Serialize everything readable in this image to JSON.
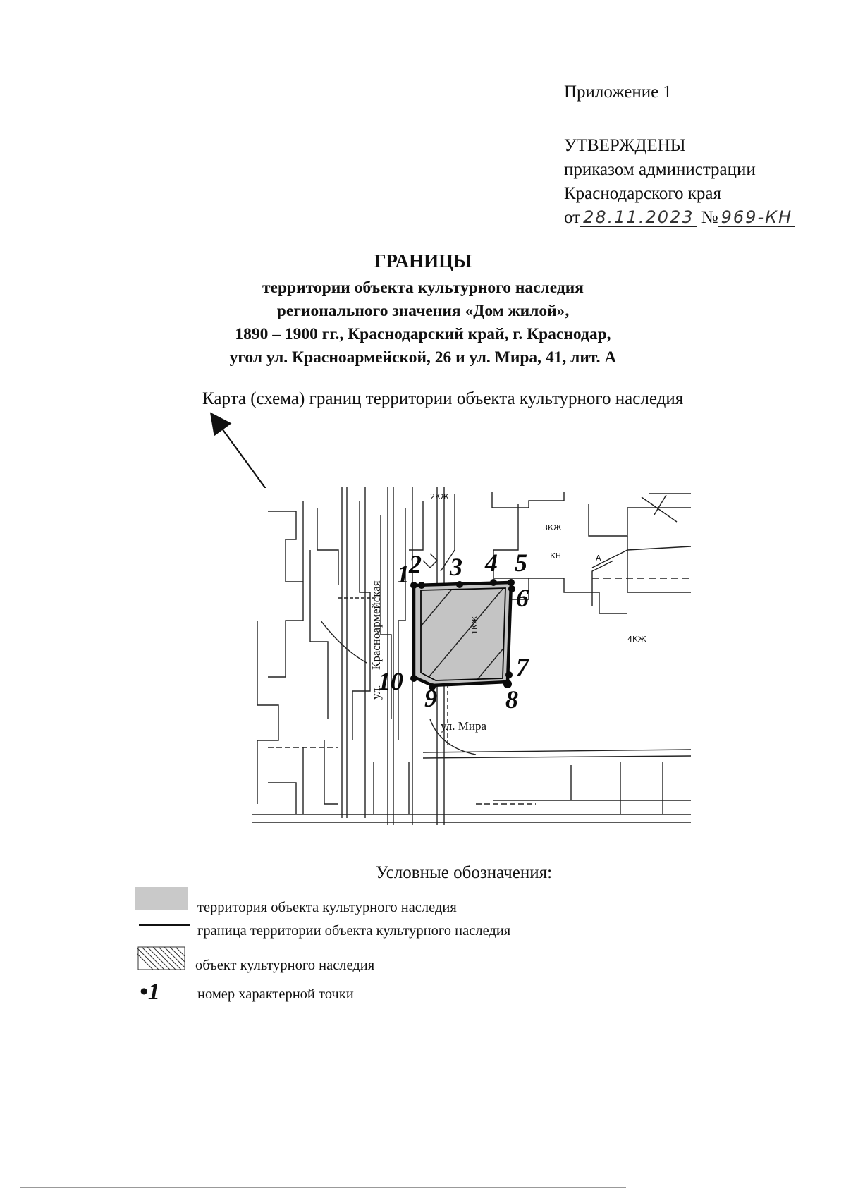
{
  "header": {
    "appendix": "Приложение 1",
    "approved_title": "УТВЕРЖДЕНЫ",
    "approved_by_line1": "приказом администрации",
    "approved_by_line2": "Краснодарского края",
    "date_prefix": "от",
    "date_value": "28.11.2023",
    "number_prefix": "№",
    "number_value": "969-КН"
  },
  "title": {
    "main": "ГРАНИЦЫ",
    "line1": "территории объекта культурного наследия",
    "line2": "регионального значения «Дом жилой»,",
    "line3": "1890 – 1900 гг., Краснодарский край, г. Краснодар,",
    "line4": "угол ул. Красноармейской, 26 и ул. Мира, 41, лит. А"
  },
  "map": {
    "caption": "Карта (схема) границ территории объекта культурного наследия",
    "street_vertical_1": "ул.",
    "street_vertical_2": "Красноармейская",
    "street_horizontal": "ул. Мира",
    "building_labels": [
      "2КЖ",
      "3КЖ",
      "КН",
      "А",
      "4КЖ",
      "1КЖ"
    ],
    "point_labels": [
      "1",
      "2",
      "3",
      "4",
      "5",
      "6",
      "7",
      "8",
      "9",
      "10"
    ]
  },
  "legend": {
    "title": "Условные обозначения:",
    "items": [
      {
        "label": "территория объекта культурного наследия"
      },
      {
        "label": "граница территории объекта культурного наследия"
      },
      {
        "label": "объект культурного наследия"
      },
      {
        "label": "номер характерной точки",
        "symbol": "1"
      }
    ]
  }
}
